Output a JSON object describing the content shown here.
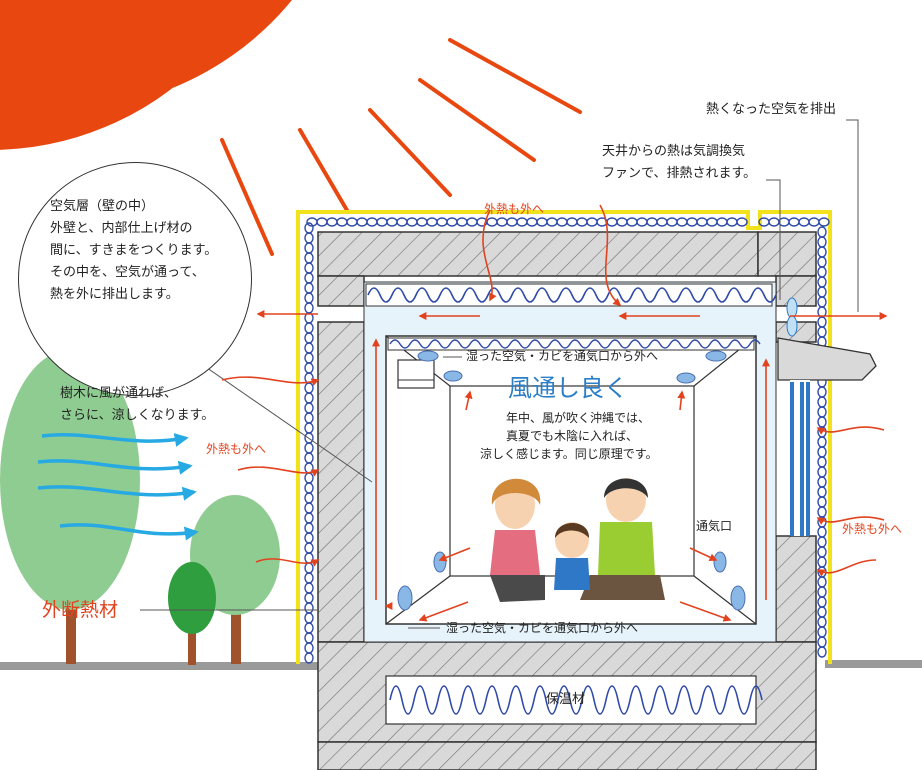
{
  "colors": {
    "sun": "#e8470f",
    "arrow": "#e2431e",
    "wall": "#d6d6d6",
    "hatch": "#6f6f6f",
    "insulation": "#2e49a8",
    "yellow_membrane": "#f2e21b",
    "air": "#e7f3fb",
    "tree_light": "#8fcc91",
    "tree_dark": "#2f9e3e",
    "wind": "#27a9e3",
    "headline": "#2c7fc7"
  },
  "labels": {
    "exhaust_hot_air": "熱くなった空気を排出",
    "ceiling_fan_1": "天井からの熱は気調換気",
    "ceiling_fan_2": "ファンで、排熱されます。",
    "heat_out_top": "外熱も外へ",
    "heat_out_left": "外熱も外へ",
    "heat_out_right": "外熱も外へ",
    "humid_top": "湿った空気・カビを通気口から外へ",
    "humid_bottom": "湿った空気・カビを通気口から外へ",
    "headline": "風通し良く",
    "okinawa_1": "年中、風が吹く沖縄では、",
    "okinawa_2": "真夏でも木陰に入れば、",
    "okinawa_3": "涼しく感じます。同じ原理です。",
    "trees_1": "樹木に風が通れば、",
    "trees_2": "さらに、涼しくなります。",
    "vent": "通気口",
    "exterior_insulation": "外断熱材",
    "floor_insulation": "保温材"
  },
  "bubble": {
    "line1": "空気層（壁の中）",
    "line2": "外壁と、内部仕上げ材の",
    "line3": "間に、すきまをつくります。",
    "line4": "その中を、空気が通って、",
    "line5": "熱を外に排出します。"
  },
  "icons": [
    "sun-icon",
    "tree-icon",
    "wind-icon",
    "fan-icon",
    "vent-icon",
    "air-conditioner-icon",
    "family-illustration"
  ]
}
